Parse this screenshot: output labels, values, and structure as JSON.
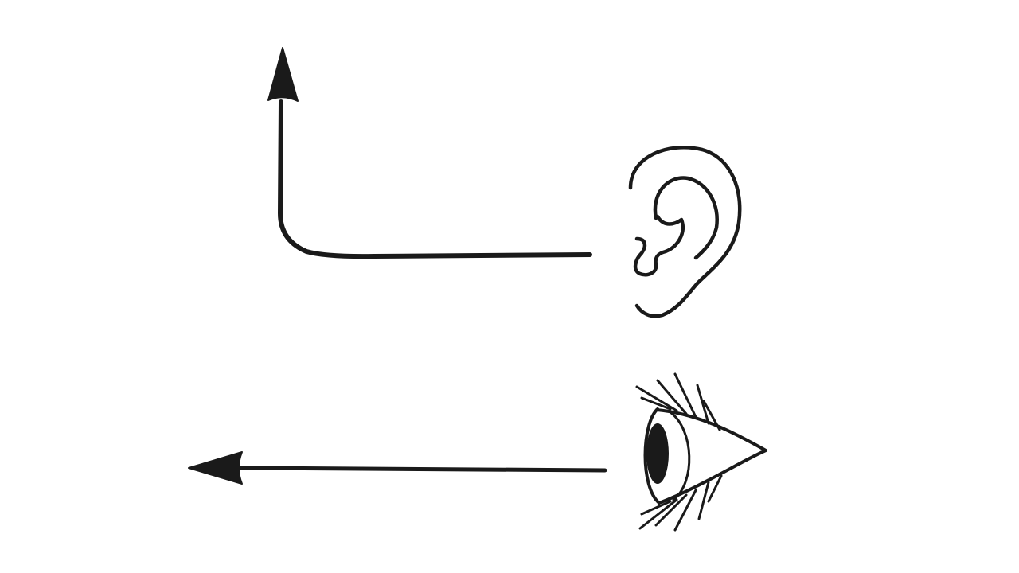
{
  "diagram": {
    "elements": [
      {
        "kind": "arrow",
        "name": "bent-arrow-up",
        "direction": "up",
        "origin": "ear"
      },
      {
        "kind": "icon",
        "name": "ear-icon"
      },
      {
        "kind": "arrow",
        "name": "arrow-left",
        "direction": "left",
        "origin": "eye"
      },
      {
        "kind": "icon",
        "name": "eye-icon"
      }
    ],
    "colors": {
      "background": "#ffffff",
      "ink": "#1a1a1a"
    }
  }
}
